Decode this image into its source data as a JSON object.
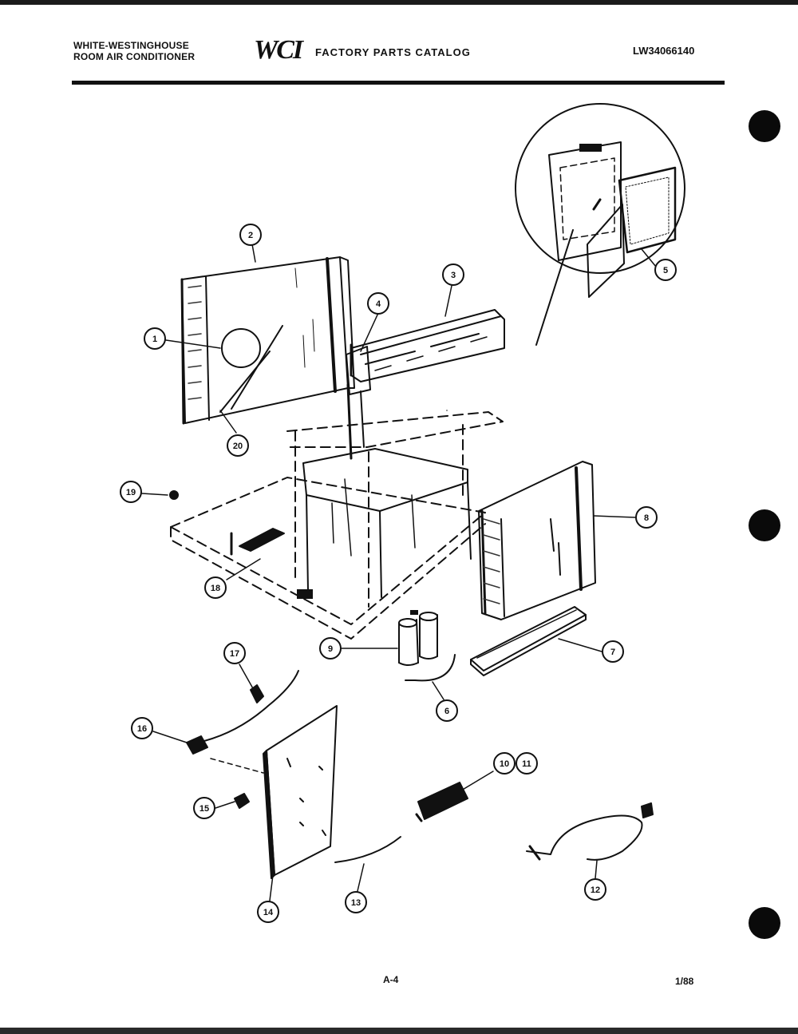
{
  "header": {
    "brand_line_1": "WHITE-WESTINGHOUSE",
    "brand_line_2": "ROOM AIR CONDITIONER",
    "logo_text": "WCI",
    "catalog_title": "FACTORY PARTS CATALOG",
    "catalog_number": "LW34066140"
  },
  "footer": {
    "page_code": "A-4",
    "date": "1/88"
  },
  "callouts": {
    "c1": "1",
    "c2": "2",
    "c3": "3",
    "c4": "4",
    "c5": "5",
    "c6": "6",
    "c7": "7",
    "c8": "8",
    "c9": "9",
    "c10": "10",
    "c11": "11",
    "c12": "12",
    "c13": "13",
    "c14": "14",
    "c15": "15",
    "c16": "16",
    "c17": "17",
    "c18": "18",
    "c19": "19",
    "c20": "20"
  },
  "colors": {
    "ink": "#111111",
    "paper": "#ffffff"
  }
}
